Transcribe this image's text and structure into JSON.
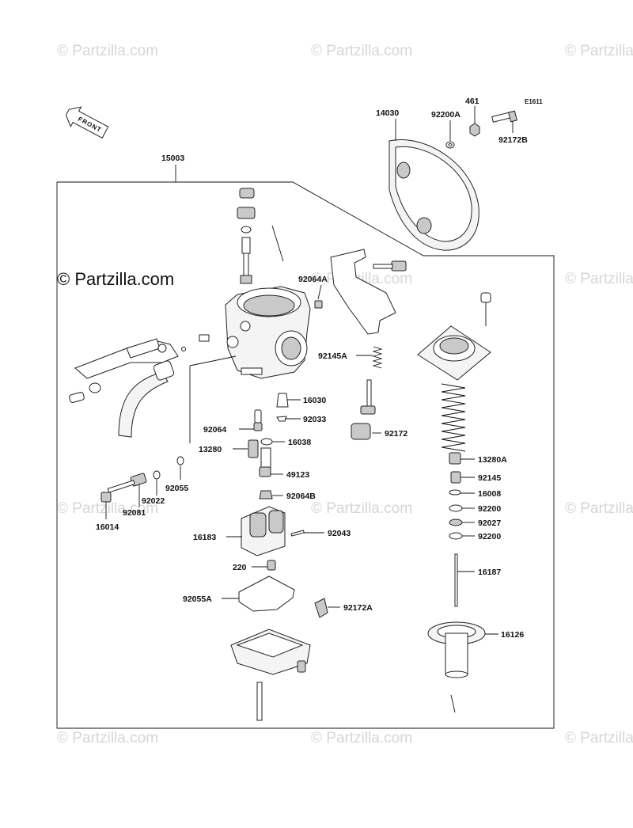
{
  "watermark": {
    "text": "© Partzilla.com",
    "main_text": "© Partzilla.com"
  },
  "diagram": {
    "code": "E1611",
    "direction_label": "FRONT"
  },
  "parts": {
    "assembly": "15003",
    "p14030": "14030",
    "p92200A_top": "92200A",
    "p461": "461",
    "p92172B": "92172B",
    "p92064A": "92064A",
    "p92145A": "92145A",
    "p16030": "16030",
    "p92033": "92033",
    "p92064": "92064",
    "p16038": "16038",
    "p92172": "92172",
    "p13280": "13280",
    "p49123": "49123",
    "p13280A": "13280A",
    "p92055": "92055",
    "p92022": "92022",
    "p92081": "92081",
    "p16014": "16014",
    "p92064B": "92064B",
    "p92145": "92145",
    "p16008": "16008",
    "p92200_a": "92200",
    "p92027": "92027",
    "p92200_b": "92200",
    "p16183": "16183",
    "p92043": "92043",
    "p220": "220",
    "p16187": "16187",
    "p92055A": "92055A",
    "p92172A": "92172A",
    "p16126": "16126"
  }
}
